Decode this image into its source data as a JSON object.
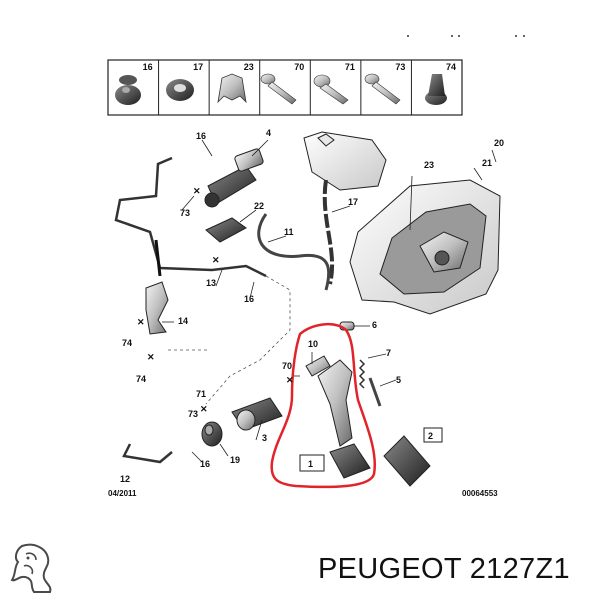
{
  "parts_strip": [
    "16",
    "17",
    "23",
    "70",
    "71",
    "73",
    "74"
  ],
  "callouts": [
    "16",
    "4",
    "17",
    "73",
    "22",
    "11",
    "13",
    "16",
    "14",
    "74",
    "74",
    "10",
    "70",
    "6",
    "7",
    "5",
    "71",
    "73",
    "3",
    "19",
    "12",
    "16",
    "20",
    "21",
    "23",
    "1",
    "2"
  ],
  "footer": {
    "date": "04/2011",
    "ref": "00064553"
  },
  "brand_title": "PEUGEOT 2127Z1",
  "colors": {
    "highlight": "#e0242a",
    "line": "#222222"
  },
  "icons": {
    "logo": "lion-logo-icon"
  }
}
